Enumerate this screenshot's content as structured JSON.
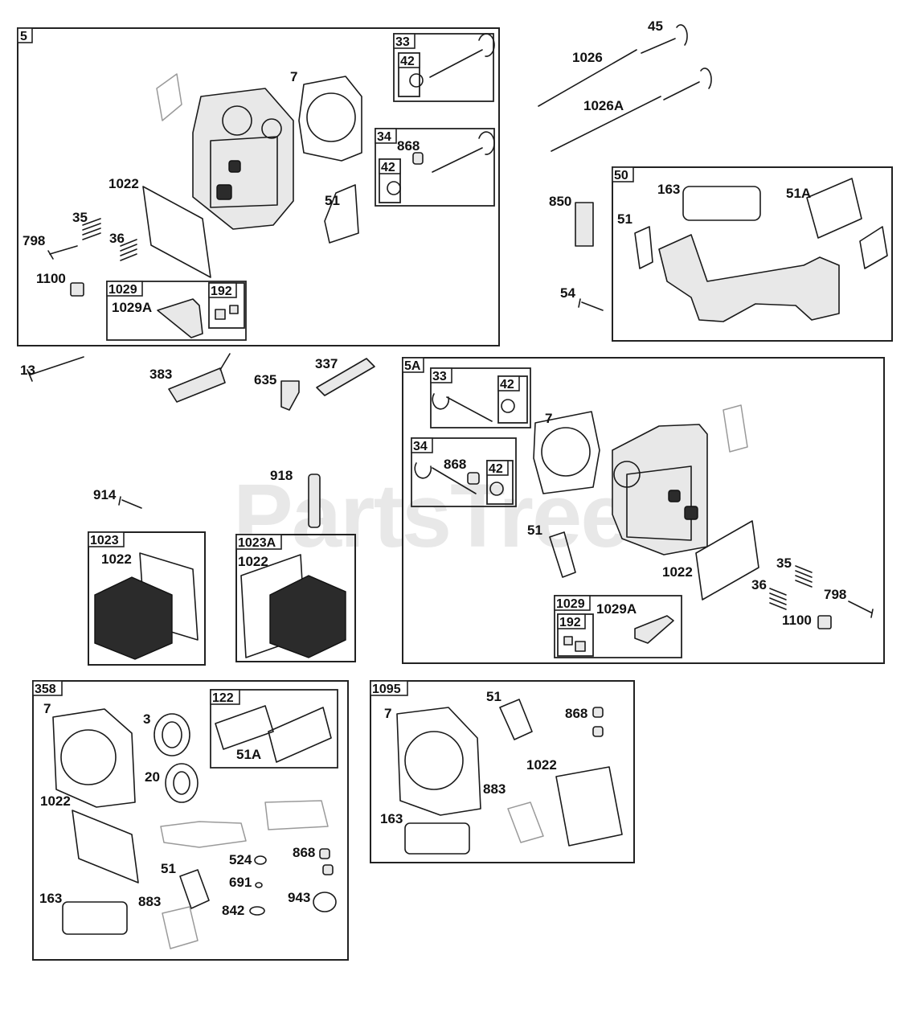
{
  "watermark": "PartsTree",
  "boxes": [
    {
      "tag": "5",
      "labels": [
        "7",
        "1022",
        "35",
        "798",
        "36",
        "1100",
        "51"
      ]
    },
    {
      "tag": "33",
      "labels": []
    },
    {
      "tag": "42",
      "labels": []
    },
    {
      "tag": "34",
      "labels": [
        "868"
      ]
    },
    {
      "tag": "42",
      "labels": []
    },
    {
      "tag": "1029",
      "labels": [
        "1029A"
      ]
    },
    {
      "tag": "192",
      "labels": []
    },
    {
      "tag": "50",
      "labels": [
        "163",
        "51A",
        "51"
      ]
    },
    {
      "tag": "5A",
      "labels": [
        "7",
        "51",
        "1022",
        "35",
        "36",
        "798",
        "1100"
      ]
    },
    {
      "tag": "33",
      "labels": []
    },
    {
      "tag": "42",
      "labels": []
    },
    {
      "tag": "34",
      "labels": [
        "868"
      ]
    },
    {
      "tag": "42",
      "labels": []
    },
    {
      "tag": "1029",
      "labels": [
        "1029A"
      ]
    },
    {
      "tag": "192",
      "labels": []
    },
    {
      "tag": "1023",
      "labels": [
        "1022"
      ]
    },
    {
      "tag": "1023A",
      "labels": [
        "1022"
      ]
    },
    {
      "tag": "358",
      "labels": [
        "7",
        "3",
        "20",
        "1022",
        "524",
        "868",
        "691",
        "51",
        "163",
        "883",
        "842",
        "943"
      ]
    },
    {
      "tag": "122",
      "labels": [
        "51A"
      ]
    },
    {
      "tag": "1095",
      "labels": [
        "7",
        "51",
        "868",
        "1022",
        "883",
        "163"
      ]
    }
  ],
  "loose_labels": [
    "45",
    "1026",
    "1026A",
    "850",
    "54",
    "13",
    "383",
    "337",
    "635",
    "918",
    "914"
  ],
  "colors": {
    "line": "#1a1a1a",
    "background": "#ffffff"
  }
}
